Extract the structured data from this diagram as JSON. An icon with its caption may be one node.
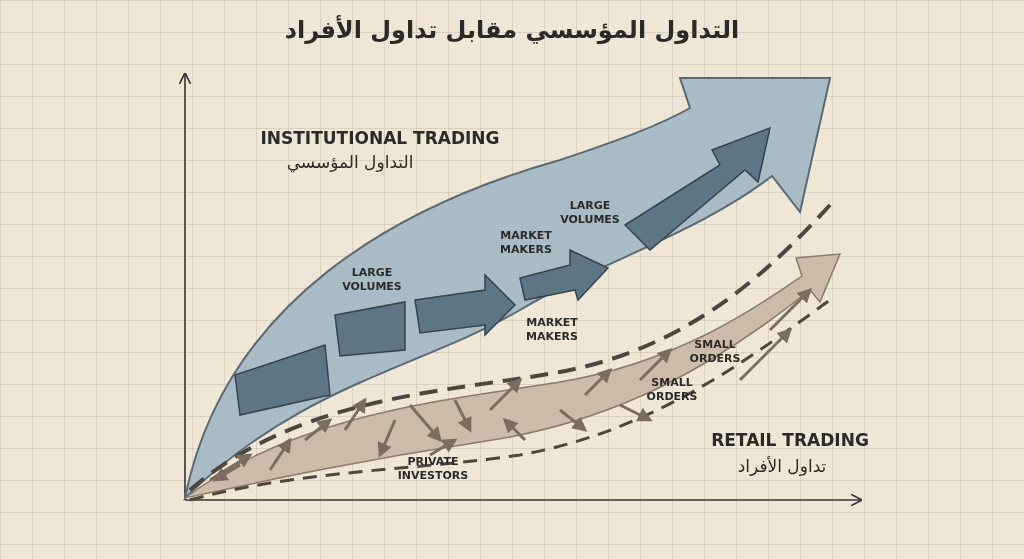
{
  "diagram": {
    "title": "التداول المؤسسي مقابل تداول الأفراد",
    "labels": [
      "INSTITUTIONAL TRADING",
      "التداول المؤسسي",
      "LARGE VOLUMES",
      "MARKET MAKERS",
      "LARGE VOLUMES",
      "MARKET MAKERS",
      "SMALL ORDERS",
      "SMALL ORDERS",
      "RETAIL TRADING",
      "تداول الأفراد",
      "PRIVATE INVESTORS"
    ]
  }
}
